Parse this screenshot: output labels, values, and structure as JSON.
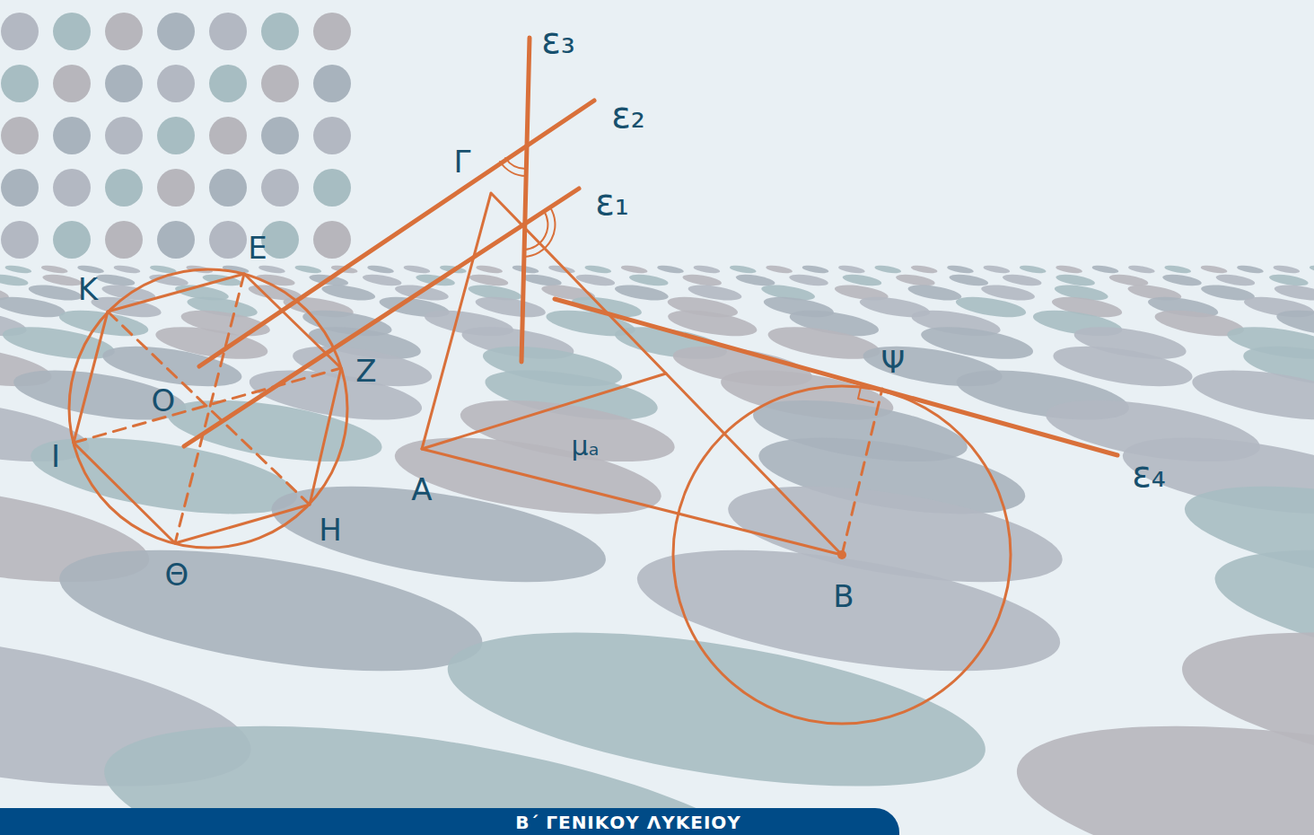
{
  "diagram": {
    "labels": [
      "ε₃",
      "ε₂",
      "Γ",
      "ε₁",
      "Ε",
      "Κ",
      "Ζ",
      "Ο",
      "Ι",
      "Η",
      "Θ",
      "Α",
      "μₐ",
      "Ψ",
      "Β",
      "ε₄",
      "Β΄ ΓΕΝΙΚΟΥ ΛΥΚΕΙΟΥ"
    ]
  }
}
